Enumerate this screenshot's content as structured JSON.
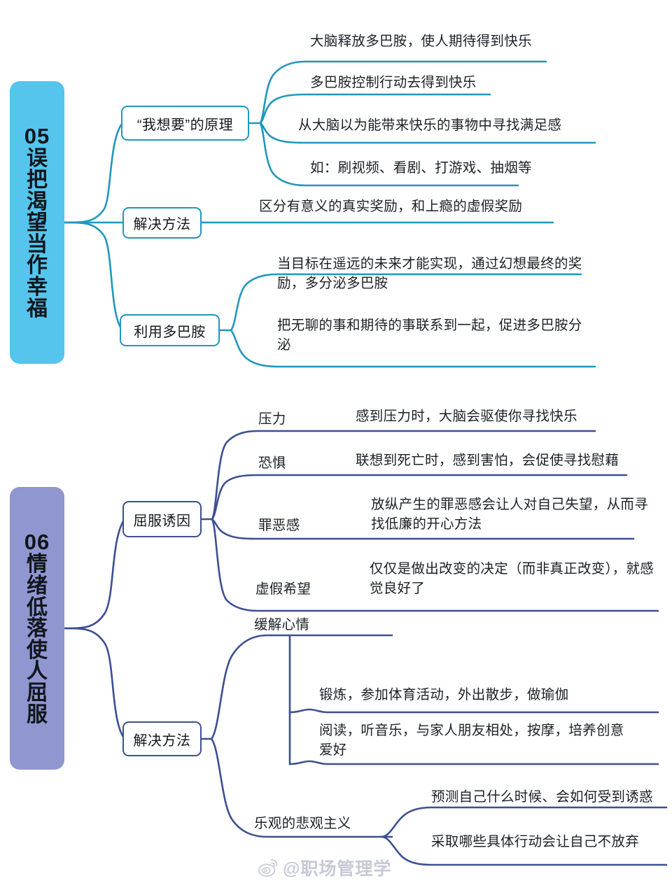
{
  "meta": {
    "colors": {
      "section05_fill": "#55C5EE",
      "section06_fill": "#8F96D0",
      "section05_line": "#2296BE",
      "section06_line": "#3D4F93",
      "text": "#1b2025",
      "watermark": "#c3c7d4"
    }
  },
  "sections": [
    {
      "id": "section-05",
      "root": {
        "number": "05",
        "title": "误把渴望当作幸福",
        "chars": [
          "误",
          "把",
          "渴",
          "望",
          "当",
          "作",
          "幸",
          "福"
        ]
      },
      "branches": [
        {
          "id": "branch-principle",
          "label": "“我想要”的原理",
          "children": [
            {
              "text": "大脑释放多巴胺，使人期待得到快乐"
            },
            {
              "text": "多巴胺控制行动去得到快乐"
            },
            {
              "text": "从大脑以为能带来快乐的事物中寻找满足感"
            },
            {
              "text": "如：刷视频、看剧、打游戏、抽烟等"
            }
          ]
        },
        {
          "id": "branch-solution",
          "label": "解决方法",
          "children": [
            {
              "text": "区分有意义的真实奖励，和上瘾的虚假奖励"
            }
          ]
        },
        {
          "id": "branch-use-dopamine",
          "label": "利用多巴胺",
          "children": [
            {
              "text": "当目标在遥远的未来才能实现，通过幻想最终的奖励，多分泌多巴胺"
            },
            {
              "text": "把无聊的事和期待的事联系到一起，促进多巴胺分泌"
            }
          ]
        }
      ]
    },
    {
      "id": "section-06",
      "root": {
        "number": "06",
        "title": "情绪低落使人屈服",
        "chars": [
          "情",
          "绪",
          "低",
          "落",
          "使",
          "人",
          "屈",
          "服"
        ]
      },
      "branches": [
        {
          "id": "branch-surrender-causes",
          "label": "屈服诱因",
          "children": [
            {
              "name": "压力",
              "text": "感到压力时，大脑会驱使你寻找快乐"
            },
            {
              "name": "恐惧",
              "text": "联想到死亡时，感到害怕，会促使寻找慰藉"
            },
            {
              "name": "罪恶感",
              "text": "放纵产生的罪恶感会让人对自己失望，从而寻找低廉的开心方法"
            },
            {
              "name": "虚假希望",
              "text": "仅仅是做出改变的决定（而非真正改变），就感觉良好了"
            }
          ]
        },
        {
          "id": "branch-solution-06",
          "label": "解决方法",
          "children": [
            {
              "name": "缓解心情",
              "items": [
                {
                  "text": "锻炼，参加体育活动，外出散步，做瑜伽"
                },
                {
                  "text": "阅读，听音乐，与家人朋友相处，按摩，培养创意爱好"
                }
              ]
            },
            {
              "name": "乐观的悲观主义",
              "items": [
                {
                  "text": "预测自己什么时候、会如何受到诱惑"
                },
                {
                  "text": "采取哪些具体行动会让自己不放弃"
                }
              ]
            }
          ]
        }
      ]
    }
  ],
  "watermark": {
    "handle": "@职场管理学",
    "icon": "weibo-icon"
  }
}
